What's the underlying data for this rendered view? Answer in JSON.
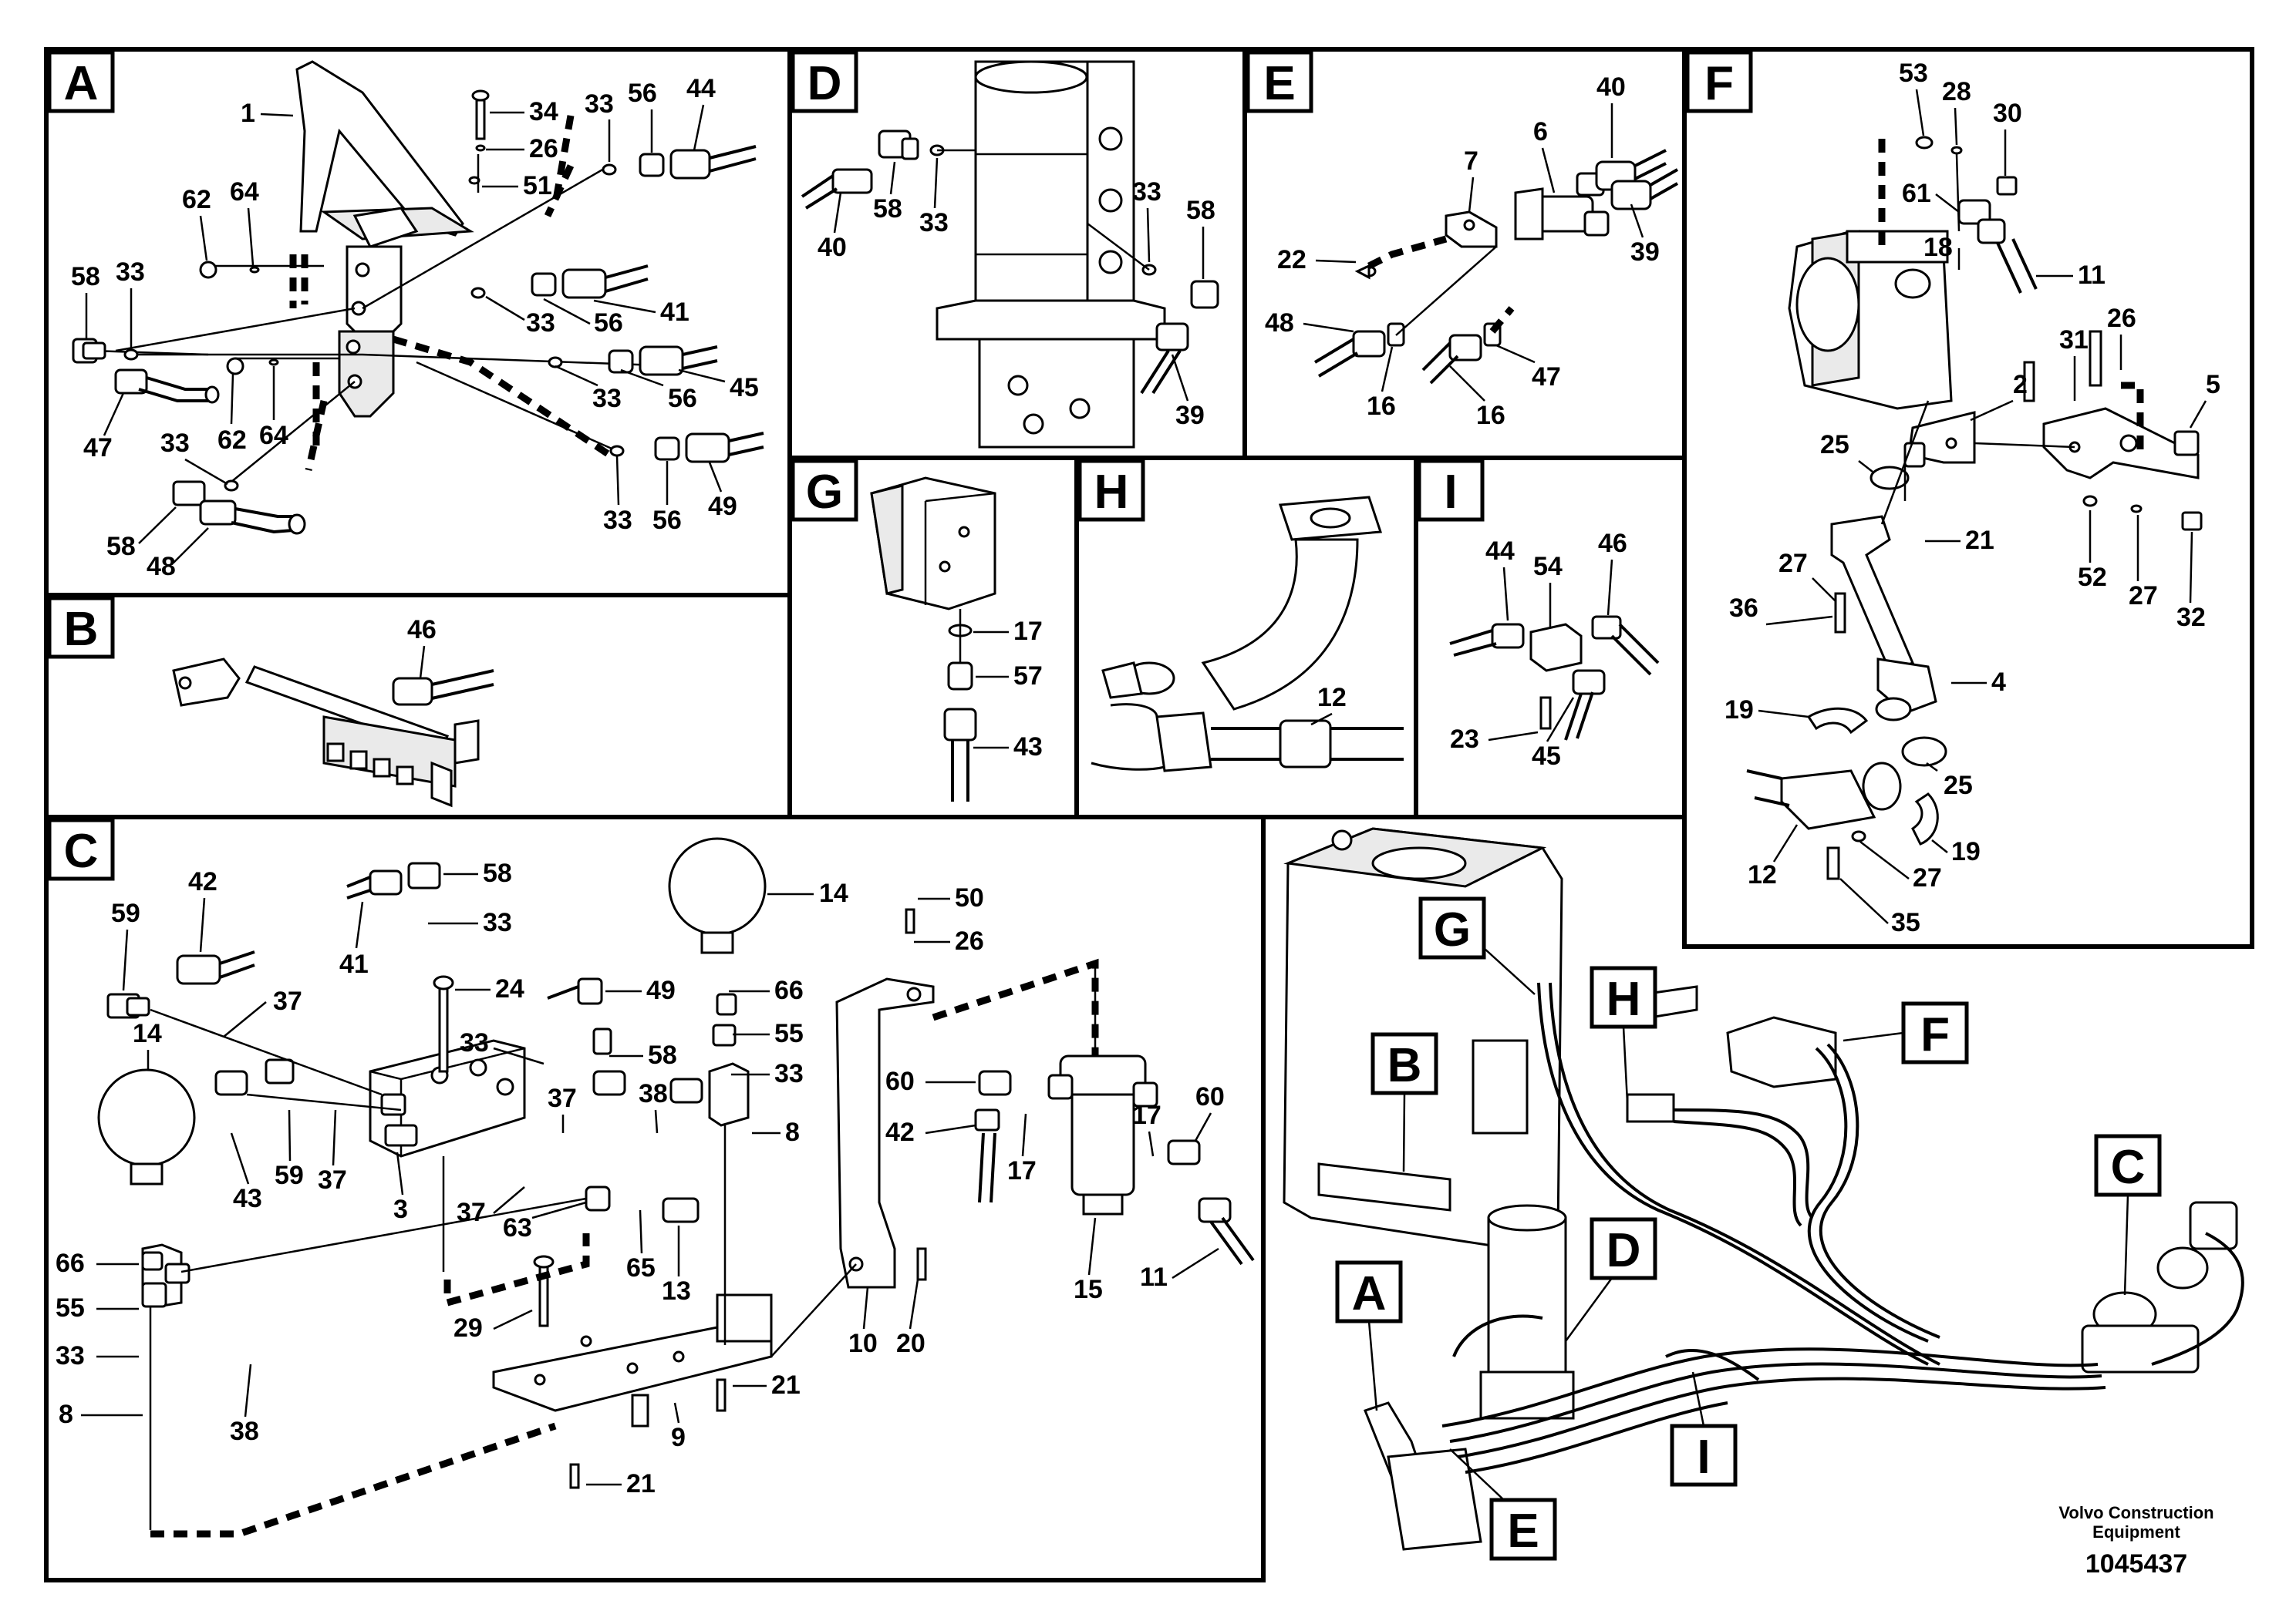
{
  "panels": [
    {
      "id": "A",
      "label": "A"
    },
    {
      "id": "B",
      "label": "B"
    },
    {
      "id": "C",
      "label": "C"
    },
    {
      "id": "D",
      "label": "D"
    },
    {
      "id": "E",
      "label": "E"
    },
    {
      "id": "F",
      "label": "F"
    },
    {
      "id": "G",
      "label": "G"
    },
    {
      "id": "H",
      "label": "H"
    },
    {
      "id": "I",
      "label": "I"
    }
  ],
  "overview_callouts": [
    "G",
    "H",
    "F",
    "B",
    "C",
    "A",
    "D",
    "I",
    "E"
  ],
  "part_numbers": {
    "A": [
      "1",
      "34",
      "26",
      "51",
      "33",
      "56",
      "44",
      "62",
      "64",
      "58",
      "33",
      "33",
      "56",
      "41",
      "62",
      "64",
      "47",
      "33",
      "56",
      "45",
      "33",
      "58",
      "48",
      "33",
      "56",
      "49"
    ],
    "B": [
      "46"
    ],
    "C": [
      "42",
      "59",
      "58",
      "33",
      "14",
      "37",
      "41",
      "24",
      "49",
      "66",
      "50",
      "26",
      "14",
      "33",
      "58",
      "55",
      "33",
      "43",
      "59",
      "37",
      "37",
      "38",
      "60",
      "17",
      "60",
      "8",
      "42",
      "17",
      "3",
      "37",
      "63",
      "65",
      "13",
      "11",
      "15",
      "66",
      "55",
      "29",
      "10",
      "20",
      "33",
      "21",
      "8",
      "38",
      "9",
      "21"
    ],
    "D": [
      "40",
      "58",
      "33",
      "33",
      "58",
      "39"
    ],
    "E": [
      "40",
      "7",
      "6",
      "39",
      "22",
      "48",
      "16",
      "16",
      "47"
    ],
    "F": [
      "53",
      "28",
      "30",
      "61",
      "18",
      "11",
      "31",
      "26",
      "2",
      "5",
      "25",
      "21",
      "27",
      "36",
      "52",
      "27",
      "32",
      "4",
      "19",
      "25",
      "12",
      "19",
      "27",
      "35"
    ],
    "G": [
      "17",
      "57",
      "43"
    ],
    "H": [
      "12"
    ],
    "I": [
      "44",
      "54",
      "46",
      "23",
      "45"
    ]
  },
  "footer": {
    "company": "Volvo Construction Equipment",
    "company_line1": "Volvo Construction",
    "company_line2": "Equipment",
    "drawing_number": "1045437"
  }
}
